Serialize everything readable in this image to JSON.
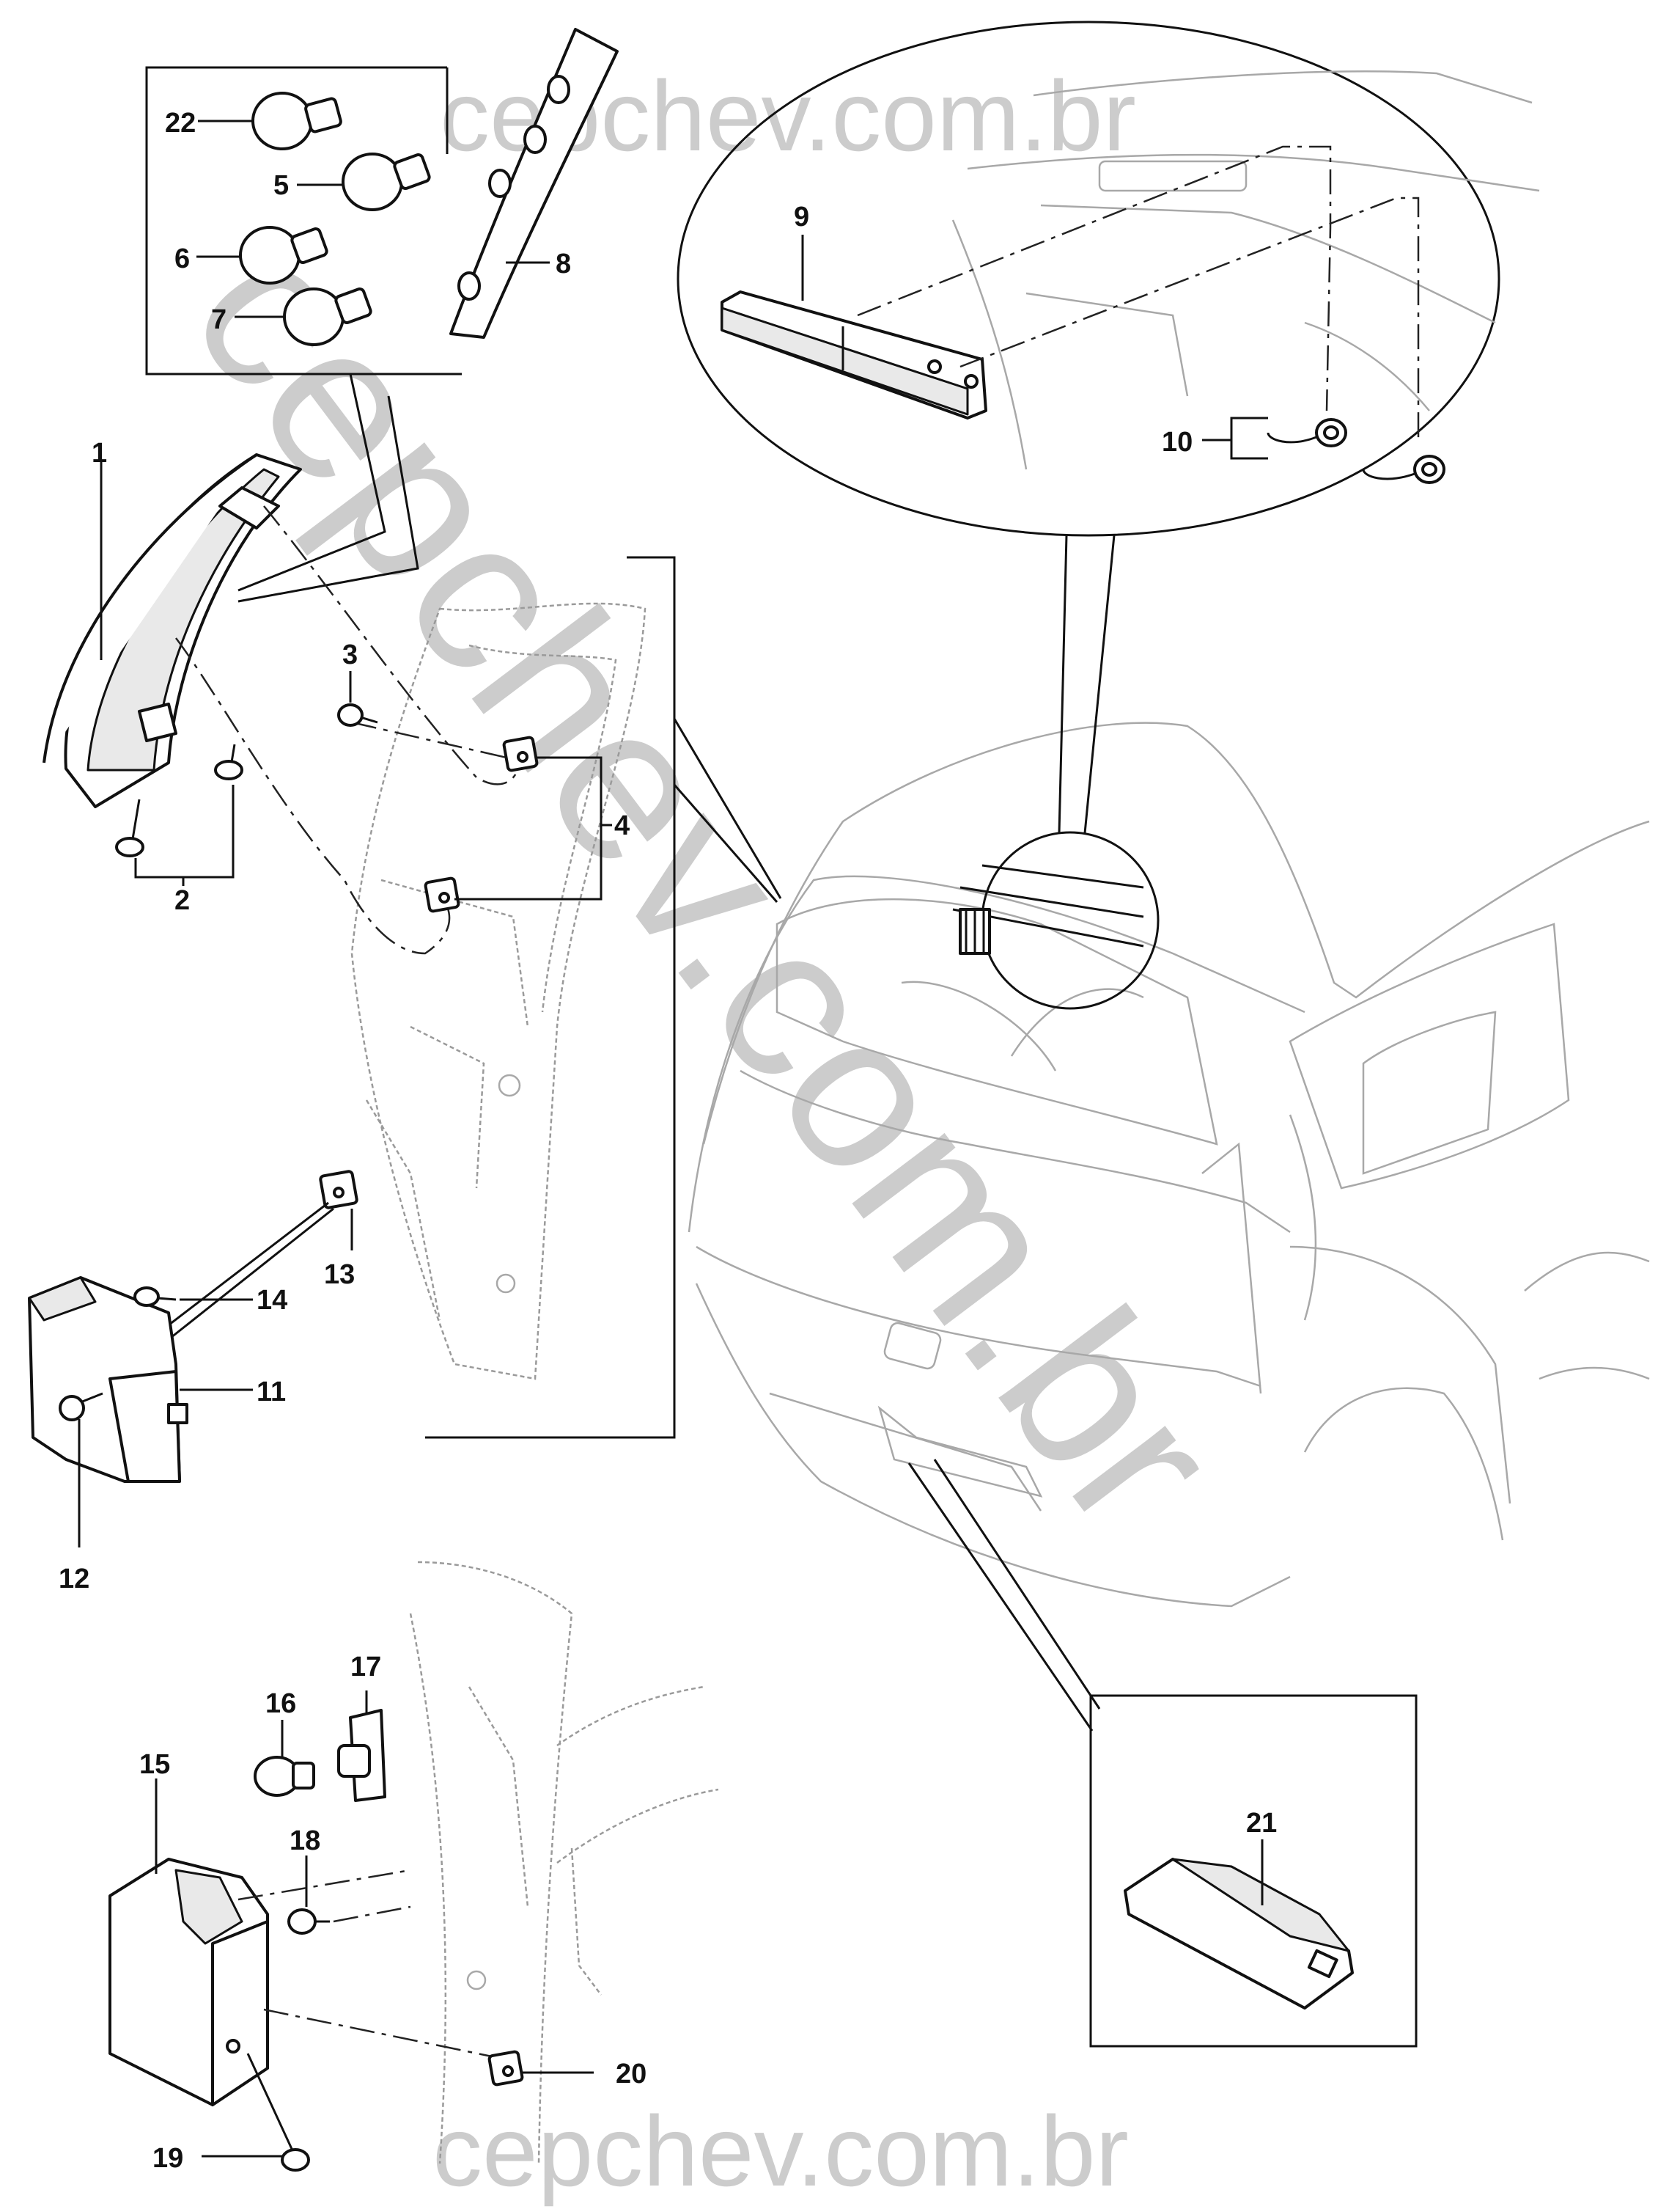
{
  "watermarks": {
    "top": "cepchev.com.br",
    "bottom": "cepchev.com.br",
    "diagonal": "cepchev.com.br"
  },
  "callouts": {
    "c1": "1",
    "c2": "2",
    "c3": "3",
    "c4": "4",
    "c5": "5",
    "c6": "6",
    "c7": "7",
    "c8": "8",
    "c9": "9",
    "c10": "10",
    "c11": "11",
    "c12": "12",
    "c13": "13",
    "c14": "14",
    "c15": "15",
    "c16": "16",
    "c17": "17",
    "c18": "18",
    "c19": "19",
    "c20": "20",
    "c21": "21",
    "c22": "22"
  },
  "colors": {
    "ink": "#111111",
    "watermark": "#c4c4c4",
    "ghost_lines": "#9a9a9a"
  }
}
